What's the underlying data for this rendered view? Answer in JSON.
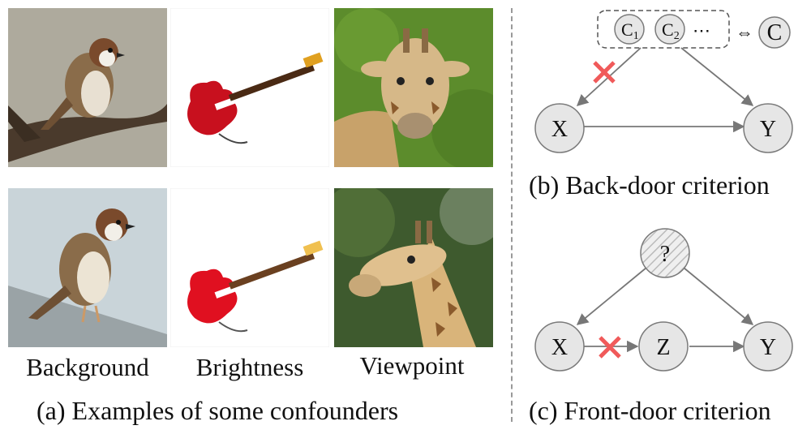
{
  "panel_a": {
    "caption": "(a) Examples of some confounders",
    "labels": [
      "Background",
      "Brightness",
      "Viewpoint"
    ]
  },
  "panel_b": {
    "caption": "(b) Back-door criterion",
    "nodes": {
      "x": "X",
      "y": "Y",
      "c": "C",
      "c_base": "C",
      "c1_sub": "1",
      "c2_sub": "2",
      "ellipsis": "⋯",
      "equiv": "⇔"
    }
  },
  "panel_c": {
    "caption": "(c) Front-door criterion",
    "nodes": {
      "unknown": "?",
      "x": "X",
      "z": "Z",
      "y": "Y"
    }
  },
  "colors": {
    "node_fill": "#e6e6e6",
    "node_stroke": "#7a7a7a",
    "edge": "#777777",
    "cross": "#f05a5a"
  }
}
